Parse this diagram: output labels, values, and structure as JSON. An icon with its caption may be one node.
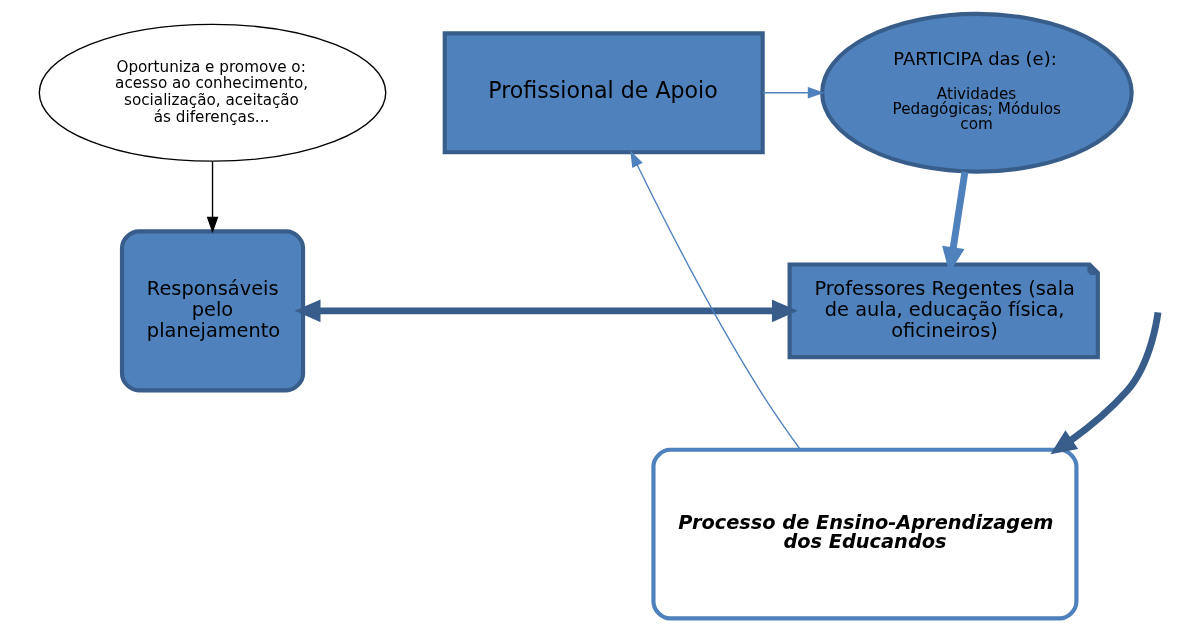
{
  "diagram": {
    "nodes": [
      {
        "text": [
          "Oportuniza e promove o: acesso ao conhecimento, socialização, aceitação ás diferenças..."
        ]
      },
      {
        "text": [
          "Profissional de Apoio"
        ]
      },
      {
        "text": [
          "PARTICIPA das (e):",
          "Atividades Pedagógicas; Módulos com"
        ]
      },
      {
        "text": [
          "Responsáveis pelo planejamento"
        ]
      },
      {
        "text": [
          "Processo de Ensino-Aprendizagem dos Educandos"
        ]
      },
      {
        "text": [
          "Professores Regentes (sala de aula, educação física, oficineiros)"
        ]
      }
    ],
    "edges": [
      {
        "from": 4,
        "to": 1,
        "arrow": "to"
      },
      {
        "from": 1,
        "to": 2,
        "arrow": "to"
      },
      {
        "from": 0,
        "to": 3,
        "arrow": "to",
        "color": "#000000"
      },
      {
        "from": 2,
        "to": 5,
        "arrow": "to",
        "style": "thick"
      },
      {
        "from": 3,
        "to": 5,
        "arrow": "both",
        "style": "thick",
        "color": "#385d8a"
      },
      {
        "from": null,
        "to": 4,
        "arrow": "to",
        "style": "thick",
        "color": "#385d8a"
      }
    ]
  }
}
